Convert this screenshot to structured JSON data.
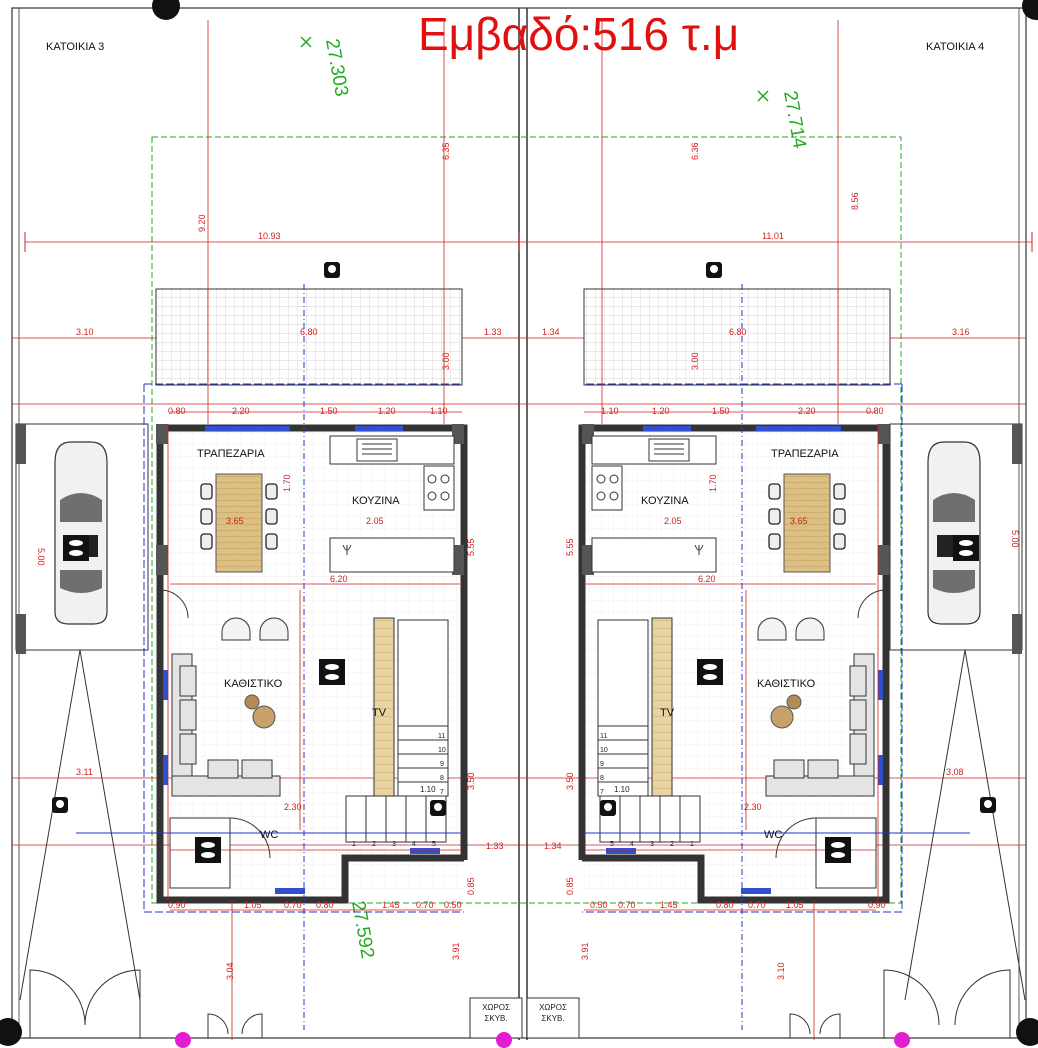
{
  "area_title": "Εμβαδό:516 τ.μ",
  "units": [
    "ΚΑΤΟΙΚΙΑ 3",
    "ΚΑΤΟΙΚΙΑ 4"
  ],
  "elevations": [
    "27.303",
    "27.714",
    "27.592"
  ],
  "rooms": {
    "dining": "ΤΡΑΠΕΖΑΡΙΑ",
    "kitchen": "ΚΟΥΖΙΝΑ",
    "living": "ΚΑΘΙΣΤΙΚΟ",
    "tv": "TV",
    "wc": "WC",
    "storage": "ΧΩΡΟΣ ΣΚΥΒ."
  },
  "dimensions": {
    "top_left": "6.35",
    "top_right": "6.36",
    "width_left": "10.93",
    "width_right": "11.01",
    "depth_left": "9.20",
    "depth_right": "8.56",
    "side_left": "3.10",
    "side_right": "3.16",
    "house_w": "6.80",
    "gap": "1.33",
    "gap_r": "1.34",
    "terrace": "3.00",
    "kitchen_w": "2.05",
    "dining_w": "3.65",
    "inner_w": "6.20",
    "wall_l": "5.55",
    "lower_l": "3.11",
    "lower_r": "3.08",
    "stair_h": "3.50",
    "hall": "2.30",
    "wc_w": "0.85",
    "front_l": "3.91",
    "front_r": "3.91",
    "yard_l": "3.04",
    "yard_r": "3.10",
    "car_len": "5.00",
    "row_top": [
      "0.80",
      "2.20",
      "1.50",
      "1.20",
      "1.10"
    ],
    "row_bottom": [
      "0.90",
      "1.05",
      "0.70",
      "0.80",
      "1.45",
      "0.70",
      "0.50"
    ],
    "stair_steps": [
      "11",
      "10",
      "9",
      "8",
      "7"
    ],
    "stair_low": [
      "1",
      "2",
      "3",
      "4",
      "5"
    ],
    "kitchen_depth": "1.70",
    "stair_w": "1.10"
  },
  "colors": {
    "wall": "#333333",
    "dimension": "#d32020",
    "boundary": "#22aa22",
    "axis": "#2030d0",
    "tile": "#c8c8c8",
    "wood": "#d9b673",
    "marker": "#e020d0"
  }
}
